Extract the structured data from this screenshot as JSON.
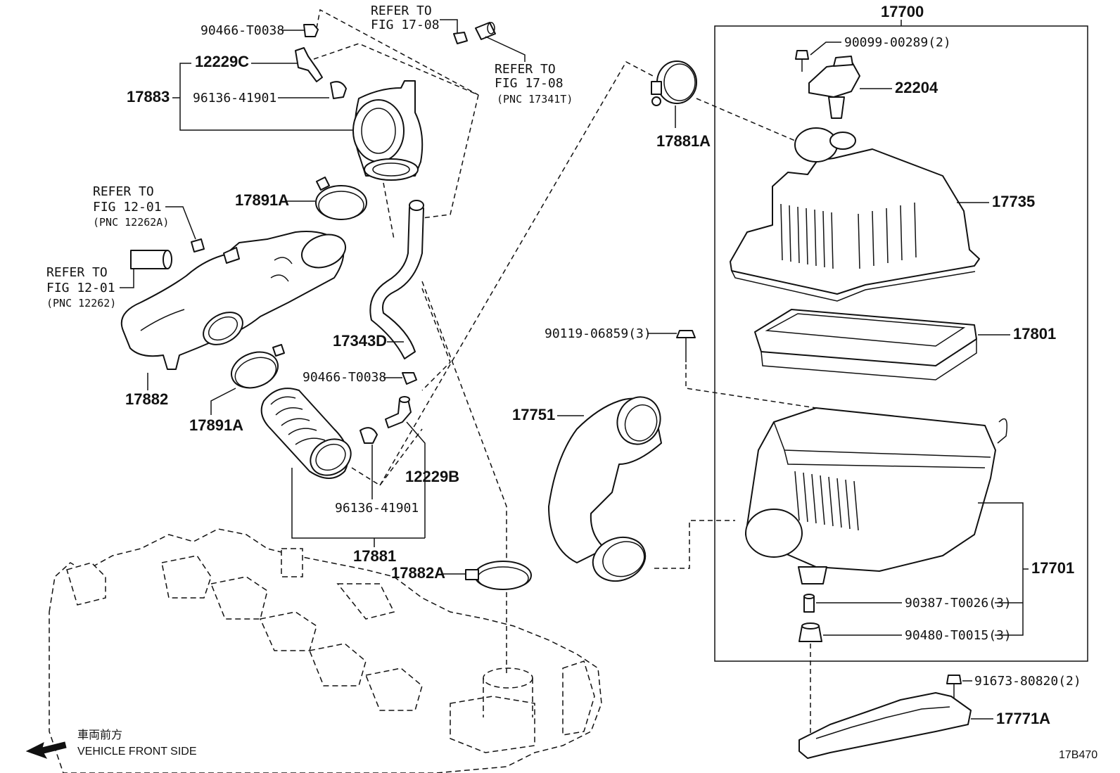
{
  "labels": {
    "l17700": "17700",
    "l90099": "90099-00289(2)",
    "l22204": "22204",
    "l17735": "17735",
    "l17801": "17801",
    "l90119": "90119-06859(3)",
    "l17751": "17751",
    "l17701": "17701",
    "l90387": "90387-T0026(3)",
    "l90480": "90480-T0015(3)",
    "l91673": "91673-80820(2)",
    "l17771A": "17771A",
    "l17881A": "17881A",
    "l90466a": "90466-T0038",
    "l12229C": "12229C",
    "l17883": "17883",
    "l96136a": "96136-41901",
    "l17891A_top": "17891A",
    "l17882": "17882",
    "l17891A_bot": "17891A",
    "l17343D": "17343D",
    "l90466b": "90466-T0038",
    "l12229B": "12229B",
    "l96136b": "96136-41901",
    "l17881": "17881",
    "l17882A": "17882A"
  },
  "refs": {
    "r1_line1": "REFER TO",
    "r1_line2": "FIG 17-08",
    "r2_line1": "REFER TO",
    "r2_line2": "FIG 17-08",
    "r2_line3": "(PNC 17341T)",
    "r3_line1": "REFER TO",
    "r3_line2": "FIG 12-01",
    "r3_line3": "(PNC 12262A)",
    "r4_line1": "REFER TO",
    "r4_line2": "FIG 12-01",
    "r4_line3": "(PNC 12262)"
  },
  "footer": {
    "japanese": "車両前方",
    "english": "VEHICLE FRONT SIDE",
    "figure_code": "17B470"
  },
  "icons": {
    "front_arrow": "arrow-left-icon"
  }
}
